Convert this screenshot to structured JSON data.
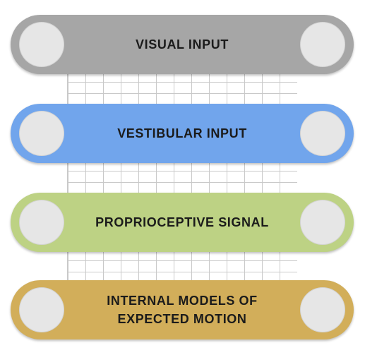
{
  "layers": [
    {
      "label": "VISUAL INPUT",
      "color": "#a6a6a6"
    },
    {
      "label": "VESTIBULAR INPUT",
      "color": "#71a5ec"
    },
    {
      "label": "PROPRIOCEPTIVE SIGNAL",
      "color": "#bdd284"
    },
    {
      "label": "INTERNAL MODELS OF\nEXPECTED MOTION",
      "color": "#d2ae5a"
    }
  ],
  "icons": {
    "left_knob": "circle-knob-icon",
    "right_knob": "circle-knob-icon"
  }
}
